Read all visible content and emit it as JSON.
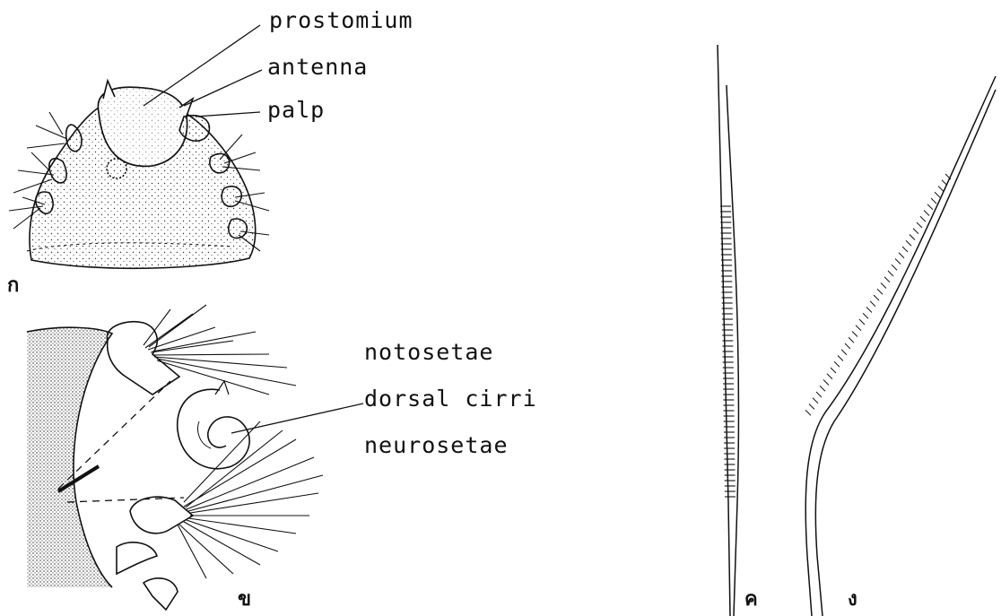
{
  "figures": {
    "a": {
      "id_label": "ก",
      "labels": {
        "prostomium": "prostomium",
        "antenna": "antenna",
        "palp": "palp"
      }
    },
    "b": {
      "id_label": "ข",
      "labels": {
        "notosetae": "notosetae",
        "dorsal_cirri": "dorsal cirri",
        "neurosetae": "neurosetae"
      }
    },
    "c": {
      "id_label": "ค"
    },
    "d": {
      "id_label": "ง"
    }
  },
  "colors": {
    "ink": "#111111",
    "background": "#ffffff"
  }
}
